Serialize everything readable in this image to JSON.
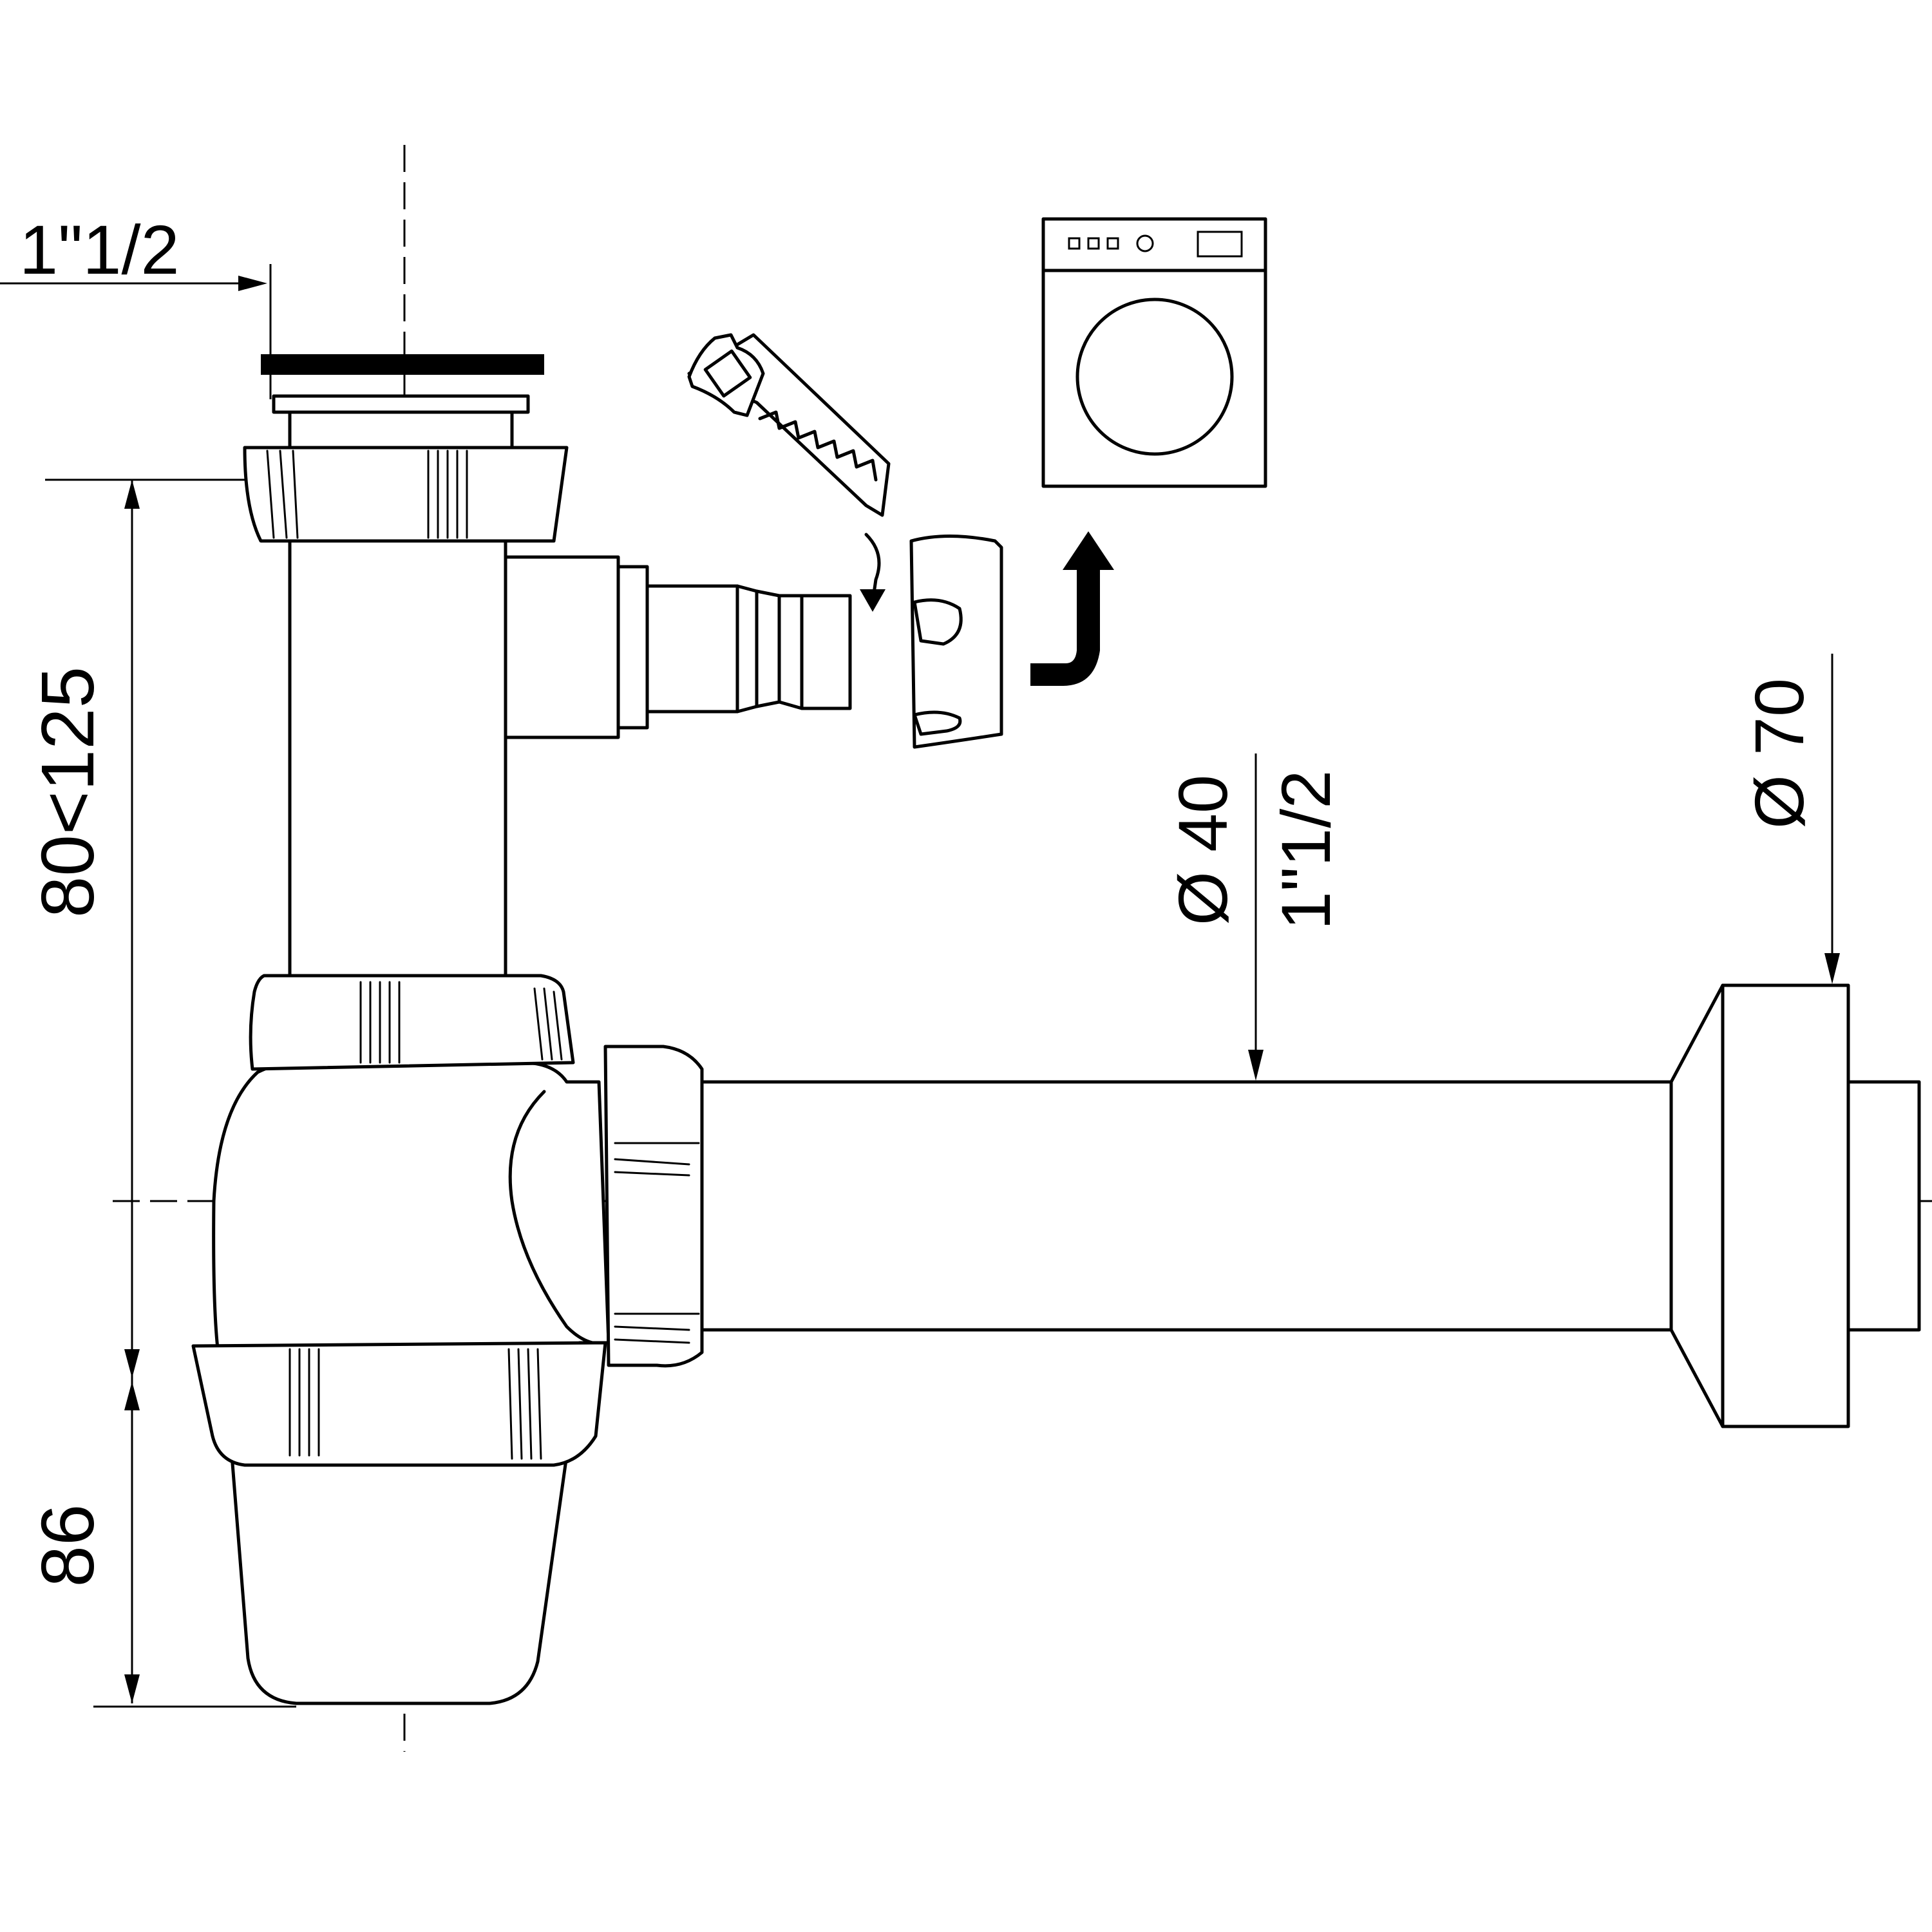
{
  "dimensions": {
    "top_thread": "1\"1/2",
    "height_range": "80<125",
    "bottom_height": "86",
    "pipe_diameter": "Ø 40",
    "pipe_thread": "1\"1/2",
    "wall_diameter": "Ø 70"
  },
  "icons": [
    "saw-icon",
    "washing-machine-icon",
    "curved-arrow-icon",
    "turn-arrow-icon"
  ]
}
